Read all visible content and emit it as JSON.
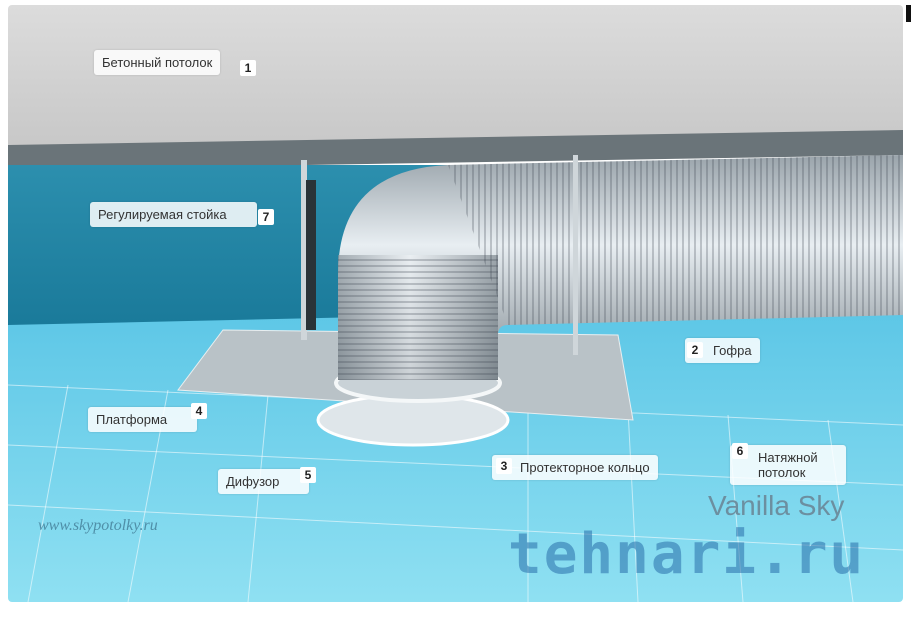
{
  "labels": [
    {
      "num": "1",
      "text": "Бетонный потолок"
    },
    {
      "num": "2",
      "text": "Гофра"
    },
    {
      "num": "3",
      "text": "Протекторное кольцо"
    },
    {
      "num": "4",
      "text": "Платформа"
    },
    {
      "num": "5",
      "text": "Дифузор"
    },
    {
      "num": "6",
      "text": "Натяжной потолок"
    },
    {
      "num": "7",
      "text": "Регулируемая стойка"
    }
  ],
  "watermarks": {
    "site": "www.skypotolky.ru",
    "brand": "Vanilla Sky",
    "forum": "tehnari.ru"
  }
}
